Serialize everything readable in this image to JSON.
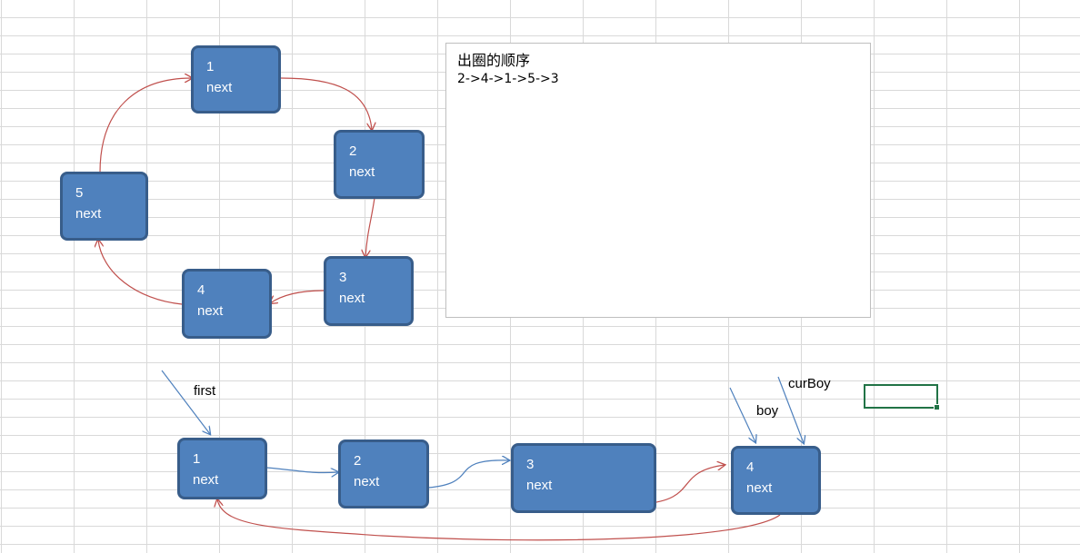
{
  "colors": {
    "node_fill": "#4f81bd",
    "node_border": "#385d8a",
    "link_arrow": "#c0504d",
    "pointer_arrow": "#4f81bd",
    "selection": "#217346"
  },
  "circle": [
    {
      "num": "1",
      "field": "next"
    },
    {
      "num": "2",
      "field": "next"
    },
    {
      "num": "3",
      "field": "next"
    },
    {
      "num": "4",
      "field": "next"
    },
    {
      "num": "5",
      "field": "next"
    }
  ],
  "chain": [
    {
      "num": "1",
      "field": "next"
    },
    {
      "num": "2",
      "field": "next"
    },
    {
      "num": "3",
      "field": "next"
    },
    {
      "num": "4",
      "field": "next"
    }
  ],
  "note": {
    "title": "出圈的顺序",
    "order": "2->4->1->5->3"
  },
  "pointers": {
    "first": "first",
    "boy": "boy",
    "cur_boy": "curBoy"
  }
}
